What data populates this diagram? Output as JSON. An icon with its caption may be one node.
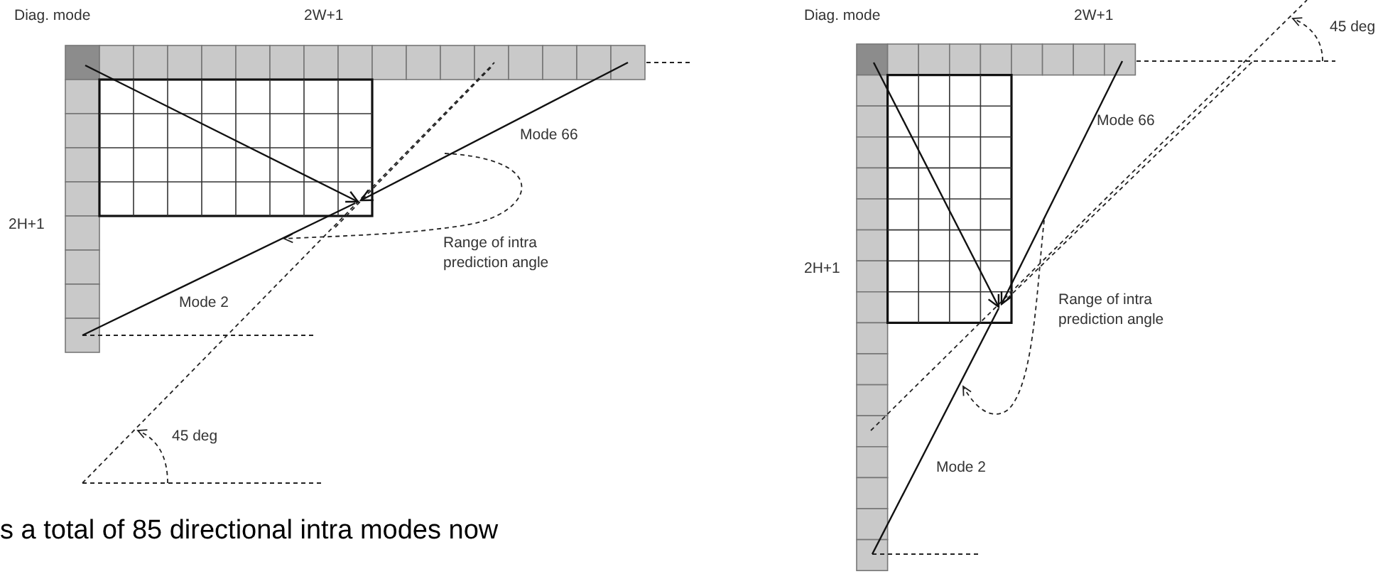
{
  "diagram": {
    "labels": [
      "Diag. mode",
      "2W+1",
      "Mode 66",
      "2H+1",
      "Range of intra prediction angle",
      "Mode 2",
      "45 deg",
      "Diag. mode",
      "2W+1",
      "45 deg",
      "Mode 66",
      "2H+1",
      "Range of intra prediction angle",
      "Mode 2",
      "s a total of 85 directional intra modes now"
    ]
  }
}
